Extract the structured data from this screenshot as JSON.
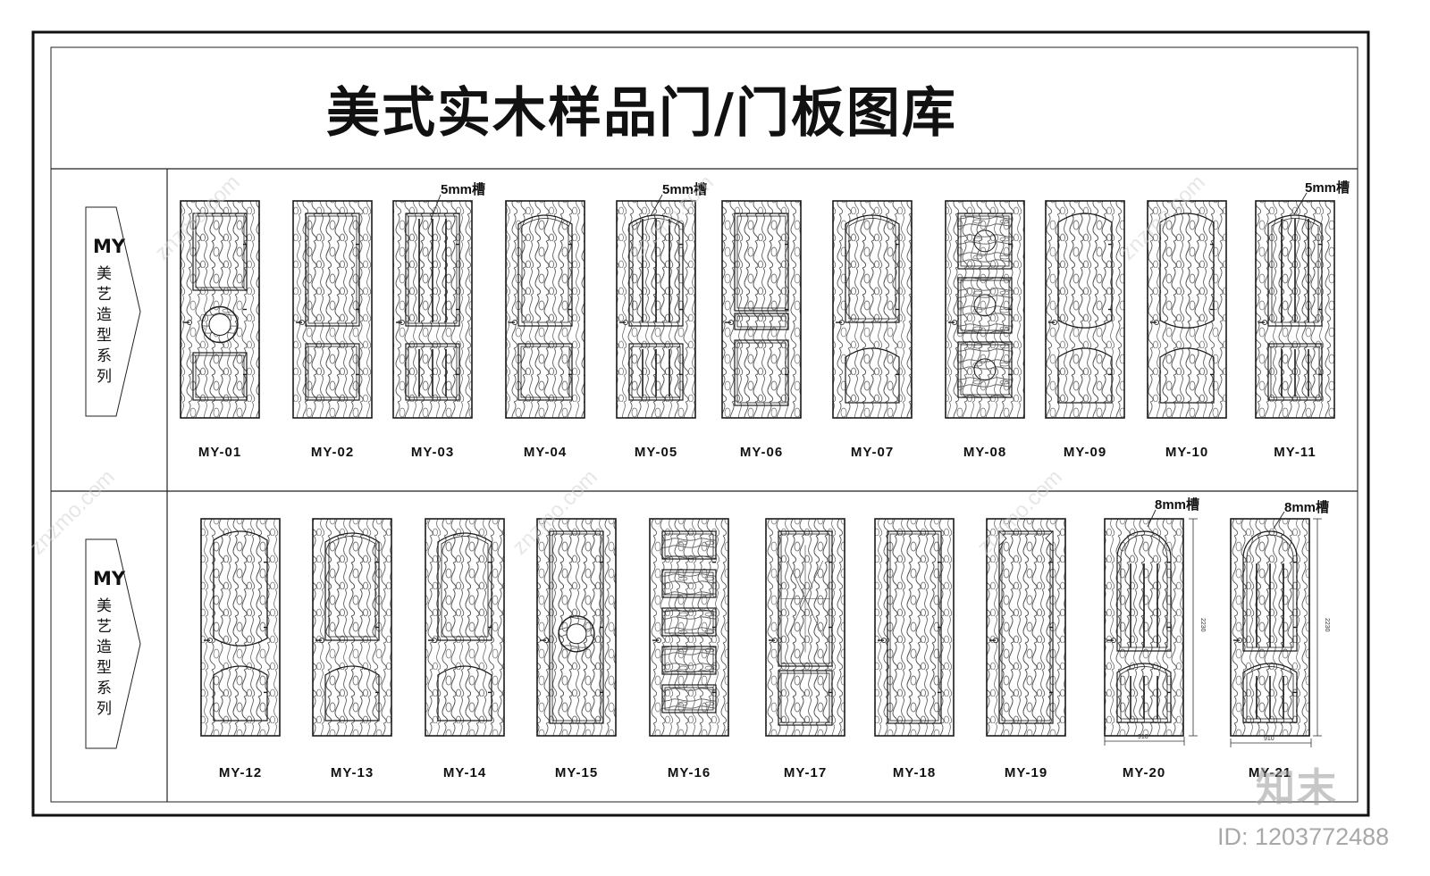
{
  "title": "美式实木样品门/门板图库",
  "series_tags": [
    {
      "code": "MY",
      "name": "美艺造型系列"
    },
    {
      "code": "MY",
      "name": "美艺造型系列"
    }
  ],
  "row1": {
    "doors": [
      {
        "label": "MY-01",
        "style": "medallion"
      },
      {
        "label": "MY-02",
        "style": "flat"
      },
      {
        "label": "MY-03",
        "style": "grooved"
      },
      {
        "label": "MY-04",
        "style": "arch"
      },
      {
        "label": "MY-05",
        "style": "arch-grooved"
      },
      {
        "label": "MY-06",
        "style": "three-panel"
      },
      {
        "label": "MY-07",
        "style": "arch-wave"
      },
      {
        "label": "MY-08",
        "style": "carved-squares"
      },
      {
        "label": "MY-09",
        "style": "ornate"
      },
      {
        "label": "MY-10",
        "style": "ornate-wave"
      },
      {
        "label": "MY-11",
        "style": "arch-grooved"
      }
    ],
    "grooves": [
      "5mm槽",
      "5mm槽",
      "5mm槽"
    ]
  },
  "row2": {
    "doors": [
      {
        "label": "MY-12",
        "style": "ornate"
      },
      {
        "label": "MY-13",
        "style": "arch-wave"
      },
      {
        "label": "MY-14",
        "style": "arch-wave"
      },
      {
        "label": "MY-15",
        "style": "medallion-tall"
      },
      {
        "label": "MY-16",
        "style": "five-panel"
      },
      {
        "label": "MY-17",
        "style": "starburst"
      },
      {
        "label": "MY-18",
        "style": "flat-tall"
      },
      {
        "label": "MY-19",
        "style": "notched"
      },
      {
        "label": "MY-20",
        "style": "round-arch-grooved"
      },
      {
        "label": "MY-21",
        "style": "round-arch-grooved"
      }
    ],
    "grooves": [
      "8mm槽",
      "8mm槽"
    ],
    "dimensions": {
      "width": "910",
      "height": "2230"
    }
  },
  "watermark": {
    "logo": "知末",
    "id": "ID: 1203772488",
    "site": "znzmo.com"
  },
  "colors": {
    "line": "#1a1a1a",
    "wood": "#555555",
    "background": "#ffffff"
  }
}
